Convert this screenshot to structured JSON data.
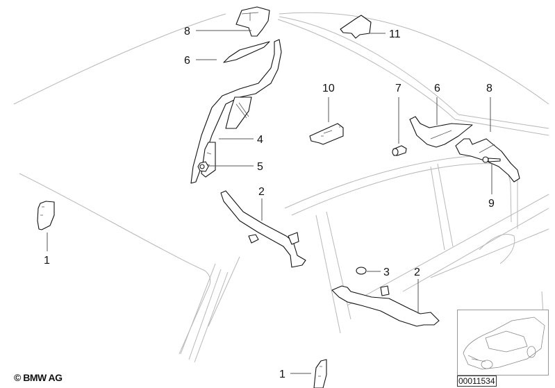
{
  "diagram": {
    "title": "Mounting parts, interior trim (BMW 3 Series sedan)",
    "copyright": "© BMW AG",
    "diagram_id": "00011534",
    "thumbnail_icon": "car-overview-icon",
    "callouts": [
      {
        "id": "c8a",
        "label": "8",
        "part": "trim-bracket-upper-left"
      },
      {
        "id": "c6a",
        "label": "6",
        "part": "trim-strip-left"
      },
      {
        "id": "c4",
        "label": "4",
        "part": "a-pillar-trim"
      },
      {
        "id": "c5",
        "label": "5",
        "part": "expanding-rivet"
      },
      {
        "id": "c2a",
        "label": "2",
        "part": "bracket-front"
      },
      {
        "id": "c1a",
        "label": "1",
        "part": "cover-left"
      },
      {
        "id": "c11",
        "label": "11",
        "part": "roof-bracket"
      },
      {
        "id": "c10",
        "label": "10",
        "part": "clip-holder"
      },
      {
        "id": "c7",
        "label": "7",
        "part": "plug-rivet"
      },
      {
        "id": "c6b",
        "label": "6",
        "part": "trim-strip-right"
      },
      {
        "id": "c8b",
        "label": "8",
        "part": "trim-bracket-right"
      },
      {
        "id": "c9",
        "label": "9",
        "part": "screw"
      },
      {
        "id": "c3",
        "label": "3",
        "part": "clip"
      },
      {
        "id": "c2b",
        "label": "2",
        "part": "bracket-rear"
      },
      {
        "id": "c1b",
        "label": "1",
        "part": "cover-bottom"
      }
    ]
  }
}
